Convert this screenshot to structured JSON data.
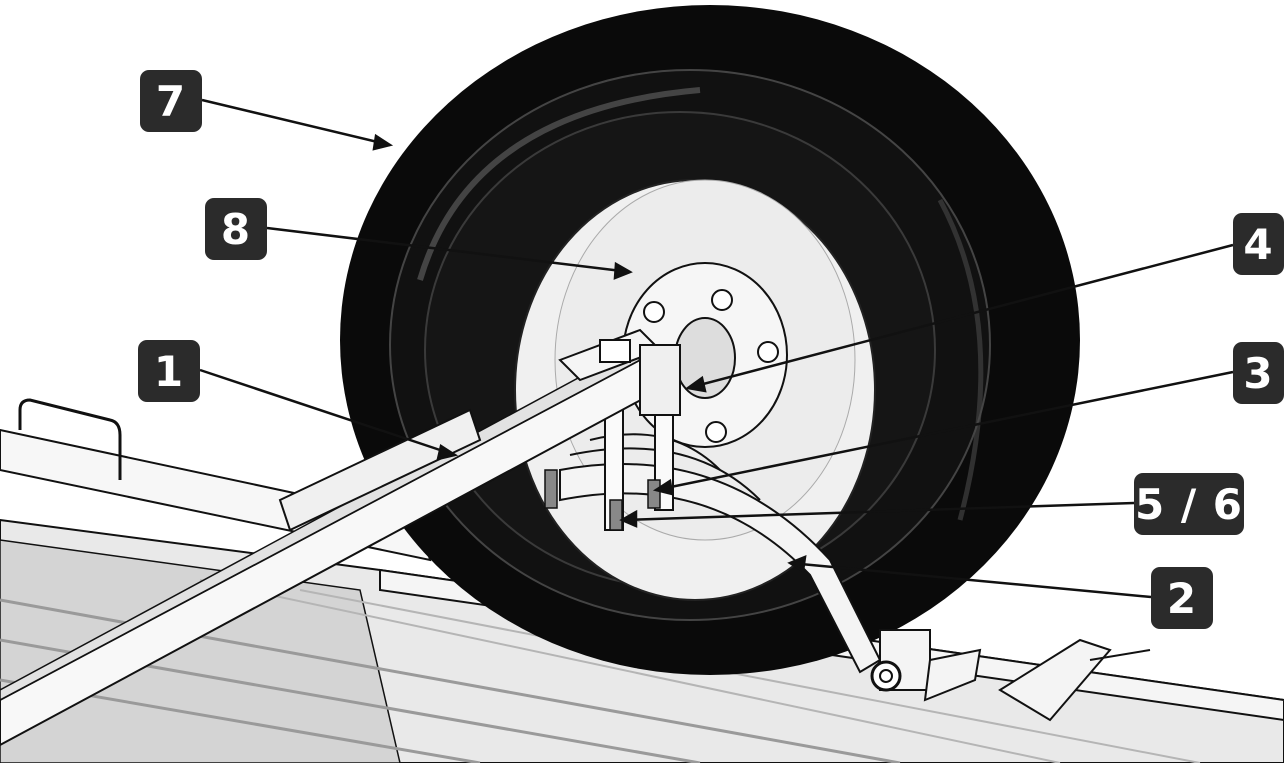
{
  "diagram": {
    "callouts": [
      {
        "id": "c7",
        "label": "7"
      },
      {
        "id": "c8",
        "label": "8"
      },
      {
        "id": "c4",
        "label": "4"
      },
      {
        "id": "c1",
        "label": "1"
      },
      {
        "id": "c3",
        "label": "3"
      },
      {
        "id": "c56",
        "label": "5 / 6"
      },
      {
        "id": "c2",
        "label": "2"
      }
    ],
    "colors": {
      "callout_fill": "#2b2b2b",
      "callout_text": "#ffffff",
      "tire": "#0a0a0a",
      "rim": "#f0f0f0",
      "metal": "#f4f4f4",
      "outline": "#111111",
      "floor_stripe": "#c9c9c9"
    }
  }
}
